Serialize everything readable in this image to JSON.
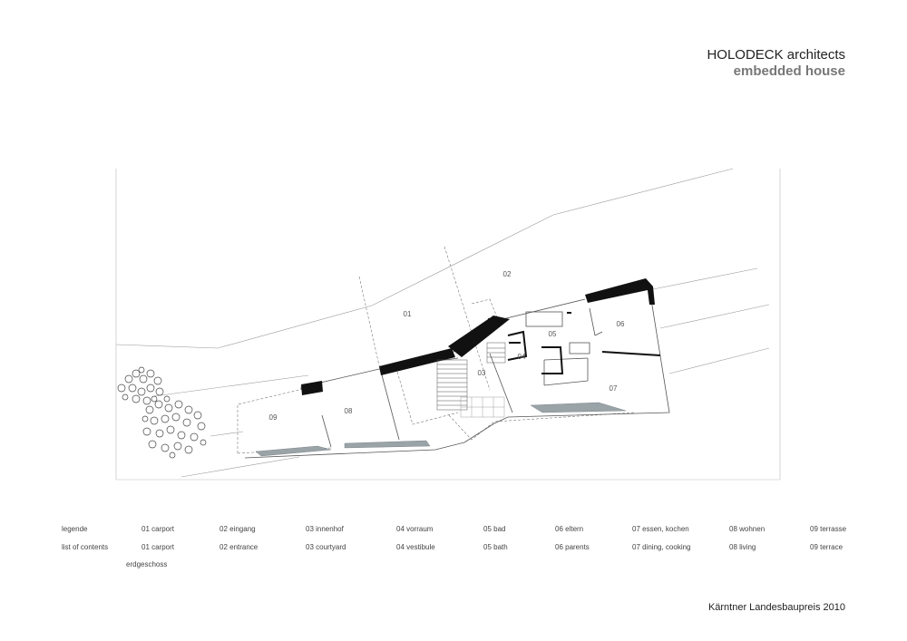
{
  "header": {
    "firm": "HOLODECK architects",
    "project": "embedded house"
  },
  "plan": {
    "rooms": [
      "01",
      "02",
      "03",
      "04",
      "05",
      "06",
      "07",
      "08",
      "09"
    ]
  },
  "legend": {
    "row_de": [
      "legende",
      "01 carport",
      "02 eingang",
      "03 innenhof",
      "04 vorraum",
      "05 bad",
      "06 eltern",
      "07 essen, kochen",
      "08 wohnen",
      "09 terrasse"
    ],
    "row_en": [
      "list of contents",
      "01 carport",
      "02 entrance",
      "03 courtyard",
      "04 vestibule",
      "05 bath",
      "06 parents",
      "07 dining, cooking",
      "08 living",
      "09 terrace"
    ],
    "floor": "erdgeschoss"
  },
  "footer": {
    "award": "Kärntner Landesbaupreis 2010"
  }
}
